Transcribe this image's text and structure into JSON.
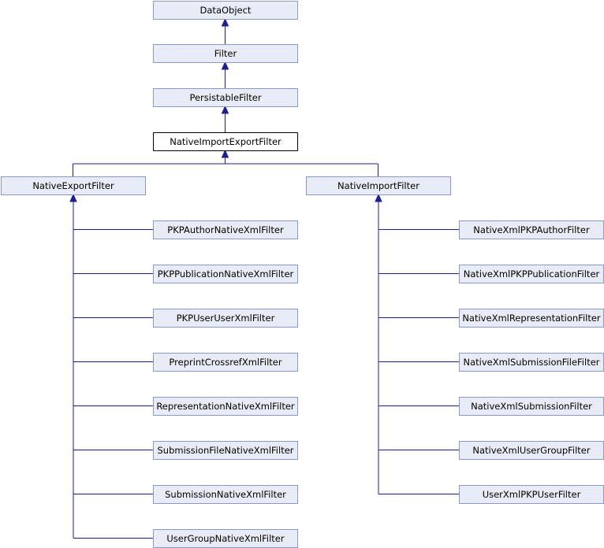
{
  "diagram": {
    "nodes": [
      {
        "id": "dataobject",
        "label": "DataObject"
      },
      {
        "id": "filter",
        "label": "Filter"
      },
      {
        "id": "persistable",
        "label": "PersistableFilter"
      },
      {
        "id": "nativeimportexport",
        "label": "NativeImportExportFilter",
        "current": true
      },
      {
        "id": "nativeexport",
        "label": "NativeExportFilter"
      },
      {
        "id": "nativeimport",
        "label": "NativeImportFilter"
      },
      {
        "id": "pkpauthornativexml",
        "label": "PKPAuthorNativeXmlFilter"
      },
      {
        "id": "pkppublicationnativexml",
        "label": "PKPPublicationNativeXmlFilter"
      },
      {
        "id": "pkpuseruserxml",
        "label": "PKPUserUserXmlFilter"
      },
      {
        "id": "preprintcrossrefxml",
        "label": "PreprintCrossrefXmlFilter"
      },
      {
        "id": "representationnativexml",
        "label": "RepresentationNativeXmlFilter"
      },
      {
        "id": "submissionfilenativexml",
        "label": "SubmissionFileNativeXmlFilter"
      },
      {
        "id": "submissionnativexml",
        "label": "SubmissionNativeXmlFilter"
      },
      {
        "id": "usergroupnativexml",
        "label": "UserGroupNativeXmlFilter"
      },
      {
        "id": "nativexmlpkpauthor",
        "label": "NativeXmlPKPAuthorFilter"
      },
      {
        "id": "nativexmlpkppublication",
        "label": "NativeXmlPKPPublicationFilter"
      },
      {
        "id": "nativexmlrepresentation",
        "label": "NativeXmlRepresentationFilter"
      },
      {
        "id": "nativexmlsubmissionfile",
        "label": "NativeXmlSubmissionFileFilter"
      },
      {
        "id": "nativexmlsubmission",
        "label": "NativeXmlSubmissionFilter"
      },
      {
        "id": "nativexmlusergroup",
        "label": "NativeXmlUserGroupFilter"
      },
      {
        "id": "userxmlpkpuser",
        "label": "UserXmlPKPUserFilter"
      }
    ],
    "edges": [
      {
        "from": "filter",
        "to": "dataobject"
      },
      {
        "from": "persistable",
        "to": "filter"
      },
      {
        "from": "nativeimportexport",
        "to": "persistable"
      },
      {
        "from": "nativeexport",
        "to": "nativeimportexport"
      },
      {
        "from": "nativeimport",
        "to": "nativeimportexport"
      },
      {
        "from": "pkpauthornativexml",
        "to": "nativeexport"
      },
      {
        "from": "pkppublicationnativexml",
        "to": "nativeexport"
      },
      {
        "from": "pkpuseruserxml",
        "to": "nativeexport"
      },
      {
        "from": "preprintcrossrefxml",
        "to": "nativeexport"
      },
      {
        "from": "representationnativexml",
        "to": "nativeexport"
      },
      {
        "from": "submissionfilenativexml",
        "to": "nativeexport"
      },
      {
        "from": "submissionnativexml",
        "to": "nativeexport"
      },
      {
        "from": "usergroupnativexml",
        "to": "nativeexport"
      },
      {
        "from": "nativexmlpkpauthor",
        "to": "nativeimport"
      },
      {
        "from": "nativexmlpkppublication",
        "to": "nativeimport"
      },
      {
        "from": "nativexmlrepresentation",
        "to": "nativeimport"
      },
      {
        "from": "nativexmlsubmissionfile",
        "to": "nativeimport"
      },
      {
        "from": "nativexmlsubmission",
        "to": "nativeimport"
      },
      {
        "from": "nativexmlusergroup",
        "to": "nativeimport"
      },
      {
        "from": "userxmlpkpuser",
        "to": "nativeimport"
      }
    ]
  }
}
